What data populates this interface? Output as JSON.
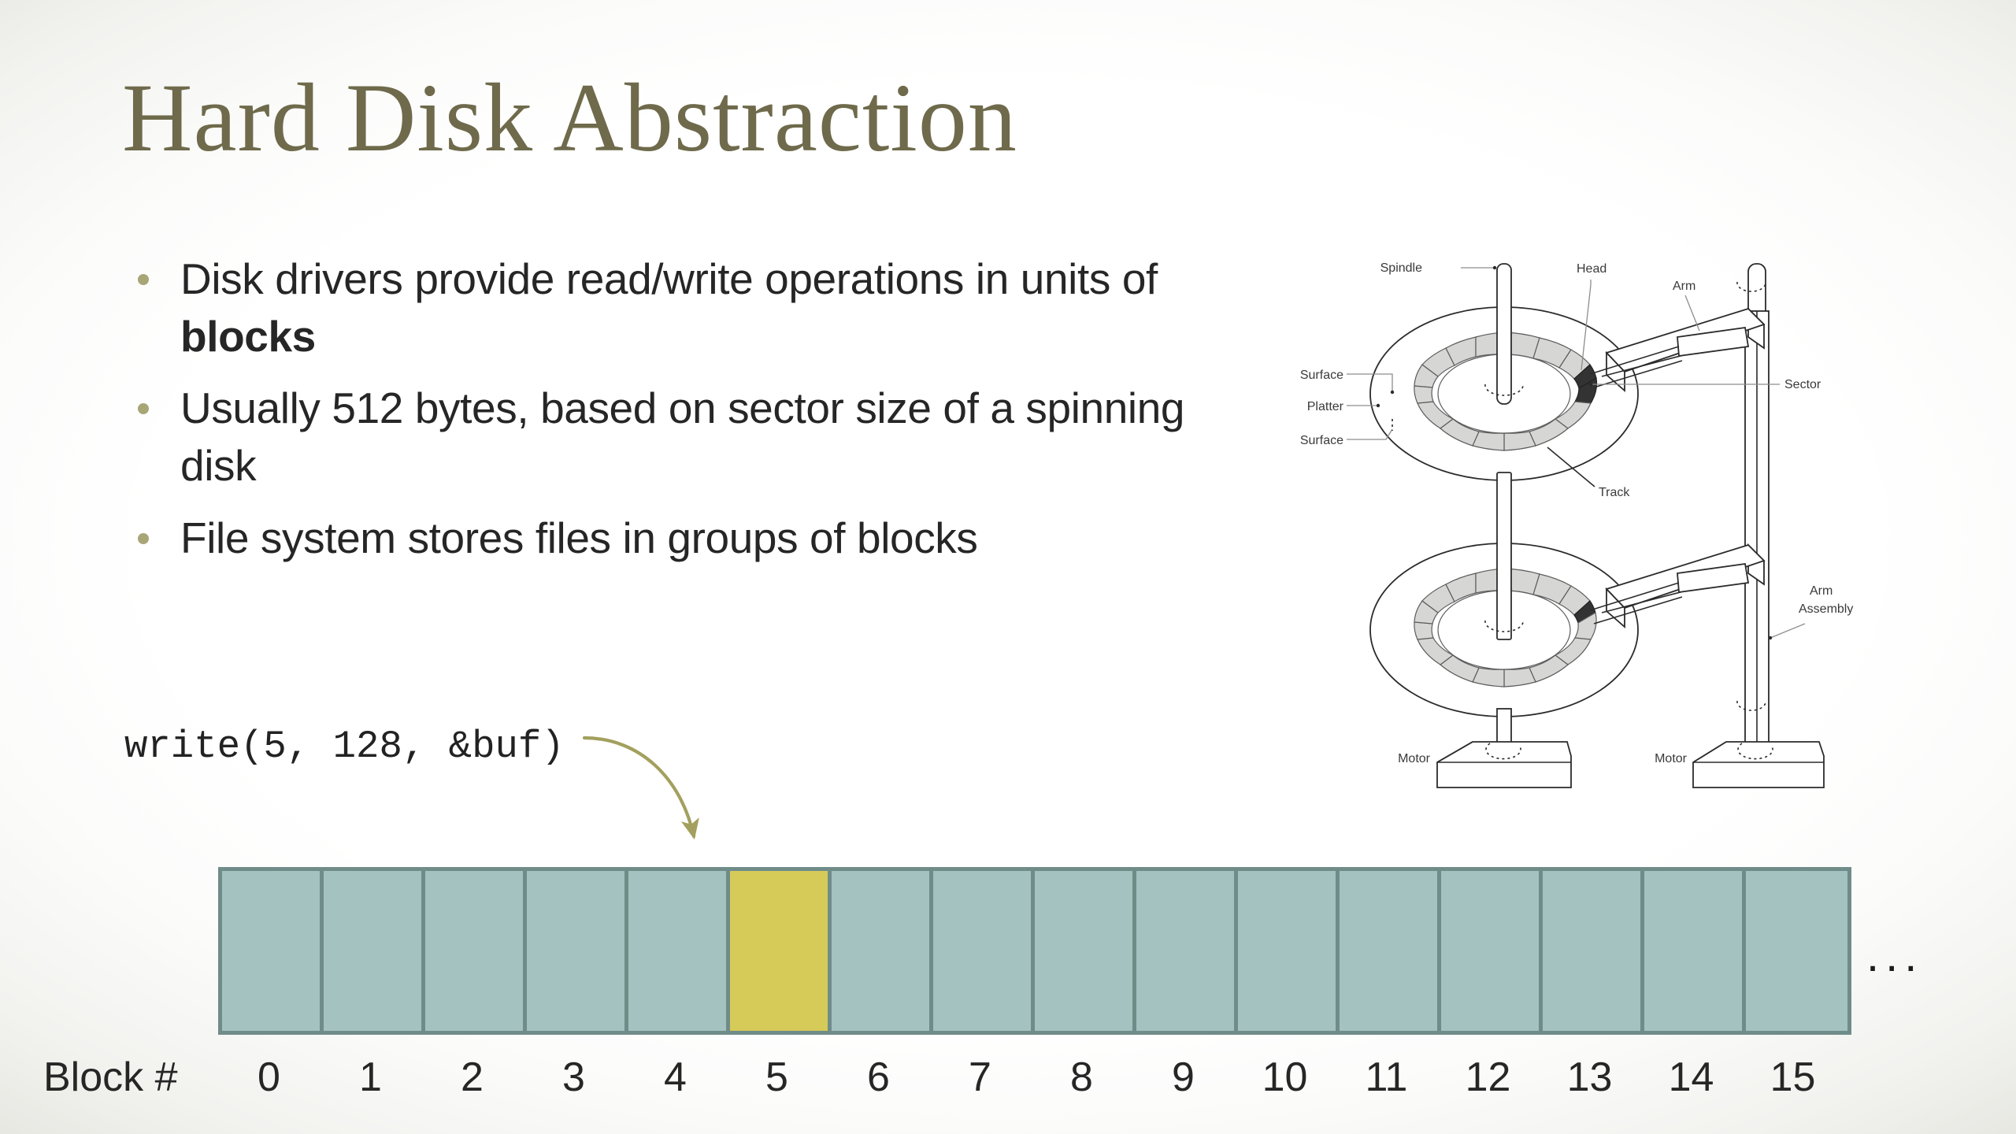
{
  "slide": {
    "title": "Hard Disk Abstraction",
    "title_color": "#6E6A4B",
    "background_color": "#ffffff"
  },
  "bullets": [
    {
      "text_before": "Disk drivers provide read/write operations in units of ",
      "bold": "blocks",
      "text_after": ""
    },
    {
      "text_before": "Usually 512 bytes, based on sector size of a spinning disk",
      "bold": "",
      "text_after": ""
    },
    {
      "text_before": "File system stores files in groups of blocks",
      "bold": "",
      "text_after": ""
    }
  ],
  "code_call": {
    "label": "write(5, 128, &buf)",
    "points_to_block": 5
  },
  "block_strip": {
    "axis_label": "Block #",
    "ellipsis": "...",
    "block_fill": "#A3C2C0",
    "block_border": "#6F8C89",
    "highlight_fill": "#D6CA59",
    "highlight_index": 5,
    "numbers": [
      "0",
      "1",
      "2",
      "3",
      "4",
      "5",
      "6",
      "7",
      "8",
      "9",
      "10",
      "11",
      "12",
      "13",
      "14",
      "15"
    ]
  },
  "disk_diagram": {
    "labels": {
      "spindle": "Spindle",
      "head": "Head",
      "arm": "Arm",
      "surface_top": "Surface",
      "platter": "Platter",
      "surface_bottom": "Surface",
      "track": "Track",
      "sector": "Sector",
      "arm_assembly_line1": "Arm",
      "arm_assembly_line2": "Assembly",
      "motor_left": "Motor",
      "motor_right": "Motor"
    },
    "sector_count": 16
  },
  "accent": {
    "bullet_dot": "#A8A577",
    "arrow": "#A3A05F"
  }
}
